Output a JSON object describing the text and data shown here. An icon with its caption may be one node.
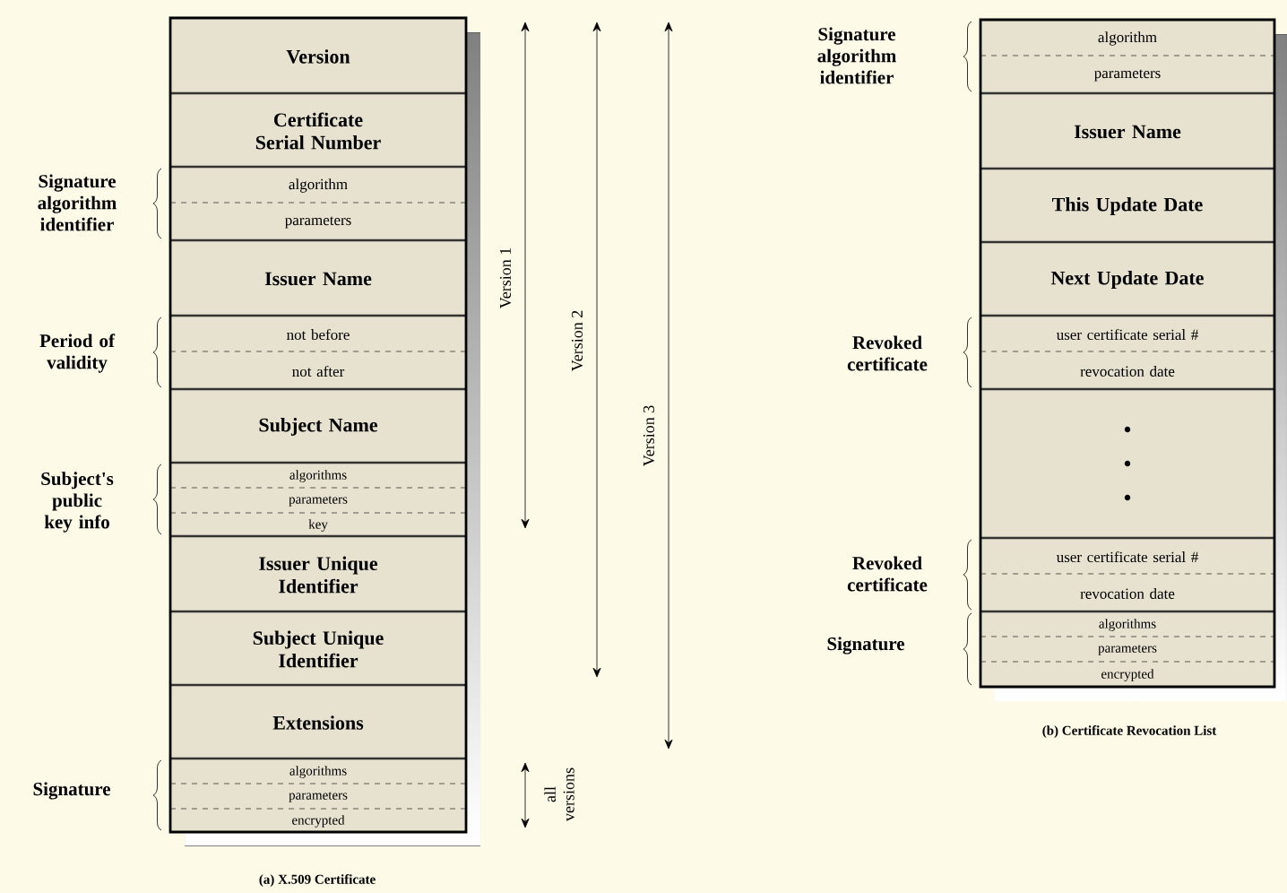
{
  "diagram": {
    "nodes": [
      {
        "text": [
          "Version"
        ]
      },
      {
        "text": [
          "Certificate Serial Number"
        ]
      },
      {
        "text": [
          "algorithm"
        ]
      },
      {
        "text": [
          "parameters"
        ]
      },
      {
        "text": [
          "Issuer Name"
        ]
      },
      {
        "text": [
          "not before"
        ]
      },
      {
        "text": [
          "not after"
        ]
      },
      {
        "text": [
          "Subject Name"
        ]
      },
      {
        "text": [
          "algorithms"
        ]
      },
      {
        "text": [
          "parameters"
        ]
      },
      {
        "text": [
          "key"
        ]
      },
      {
        "text": [
          "Issuer Unique Identifier"
        ]
      },
      {
        "text": [
          "Subject Unique Identifier"
        ]
      },
      {
        "text": [
          "Extensions"
        ]
      },
      {
        "text": [
          "algorithms"
        ]
      },
      {
        "text": [
          "parameters"
        ]
      },
      {
        "text": [
          "encrypted"
        ]
      },
      {
        "text": [
          "algorithm"
        ]
      },
      {
        "text": [
          "parameters"
        ]
      },
      {
        "text": [
          "Issuer Name"
        ]
      },
      {
        "text": [
          "This Update Date"
        ]
      },
      {
        "text": [
          "Next Update Date"
        ]
      },
      {
        "text": [
          "user certificate serial #"
        ]
      },
      {
        "text": [
          "revocation date"
        ]
      },
      {
        "text": [],
        "shape": "box"
      },
      {
        "text": [
          "user certificate serial #"
        ]
      },
      {
        "text": [
          "revocation date"
        ]
      },
      {
        "text": [
          "algorithms"
        ]
      },
      {
        "text": [
          "parameters"
        ]
      },
      {
        "text": [
          "encrypted"
        ]
      }
    ],
    "labels": [
      "Signature algorithm identifier",
      "Period of validity",
      "Subject's public key info",
      "Signature",
      "Version 1",
      "Version 2",
      "Version 3",
      "all versions",
      "(a) X.509 Certificate",
      "Signature algorithm identifier",
      "Revoked certificate",
      "Revoked certificate",
      "Signature",
      "(b) Certificate Revocation List"
    ]
  }
}
